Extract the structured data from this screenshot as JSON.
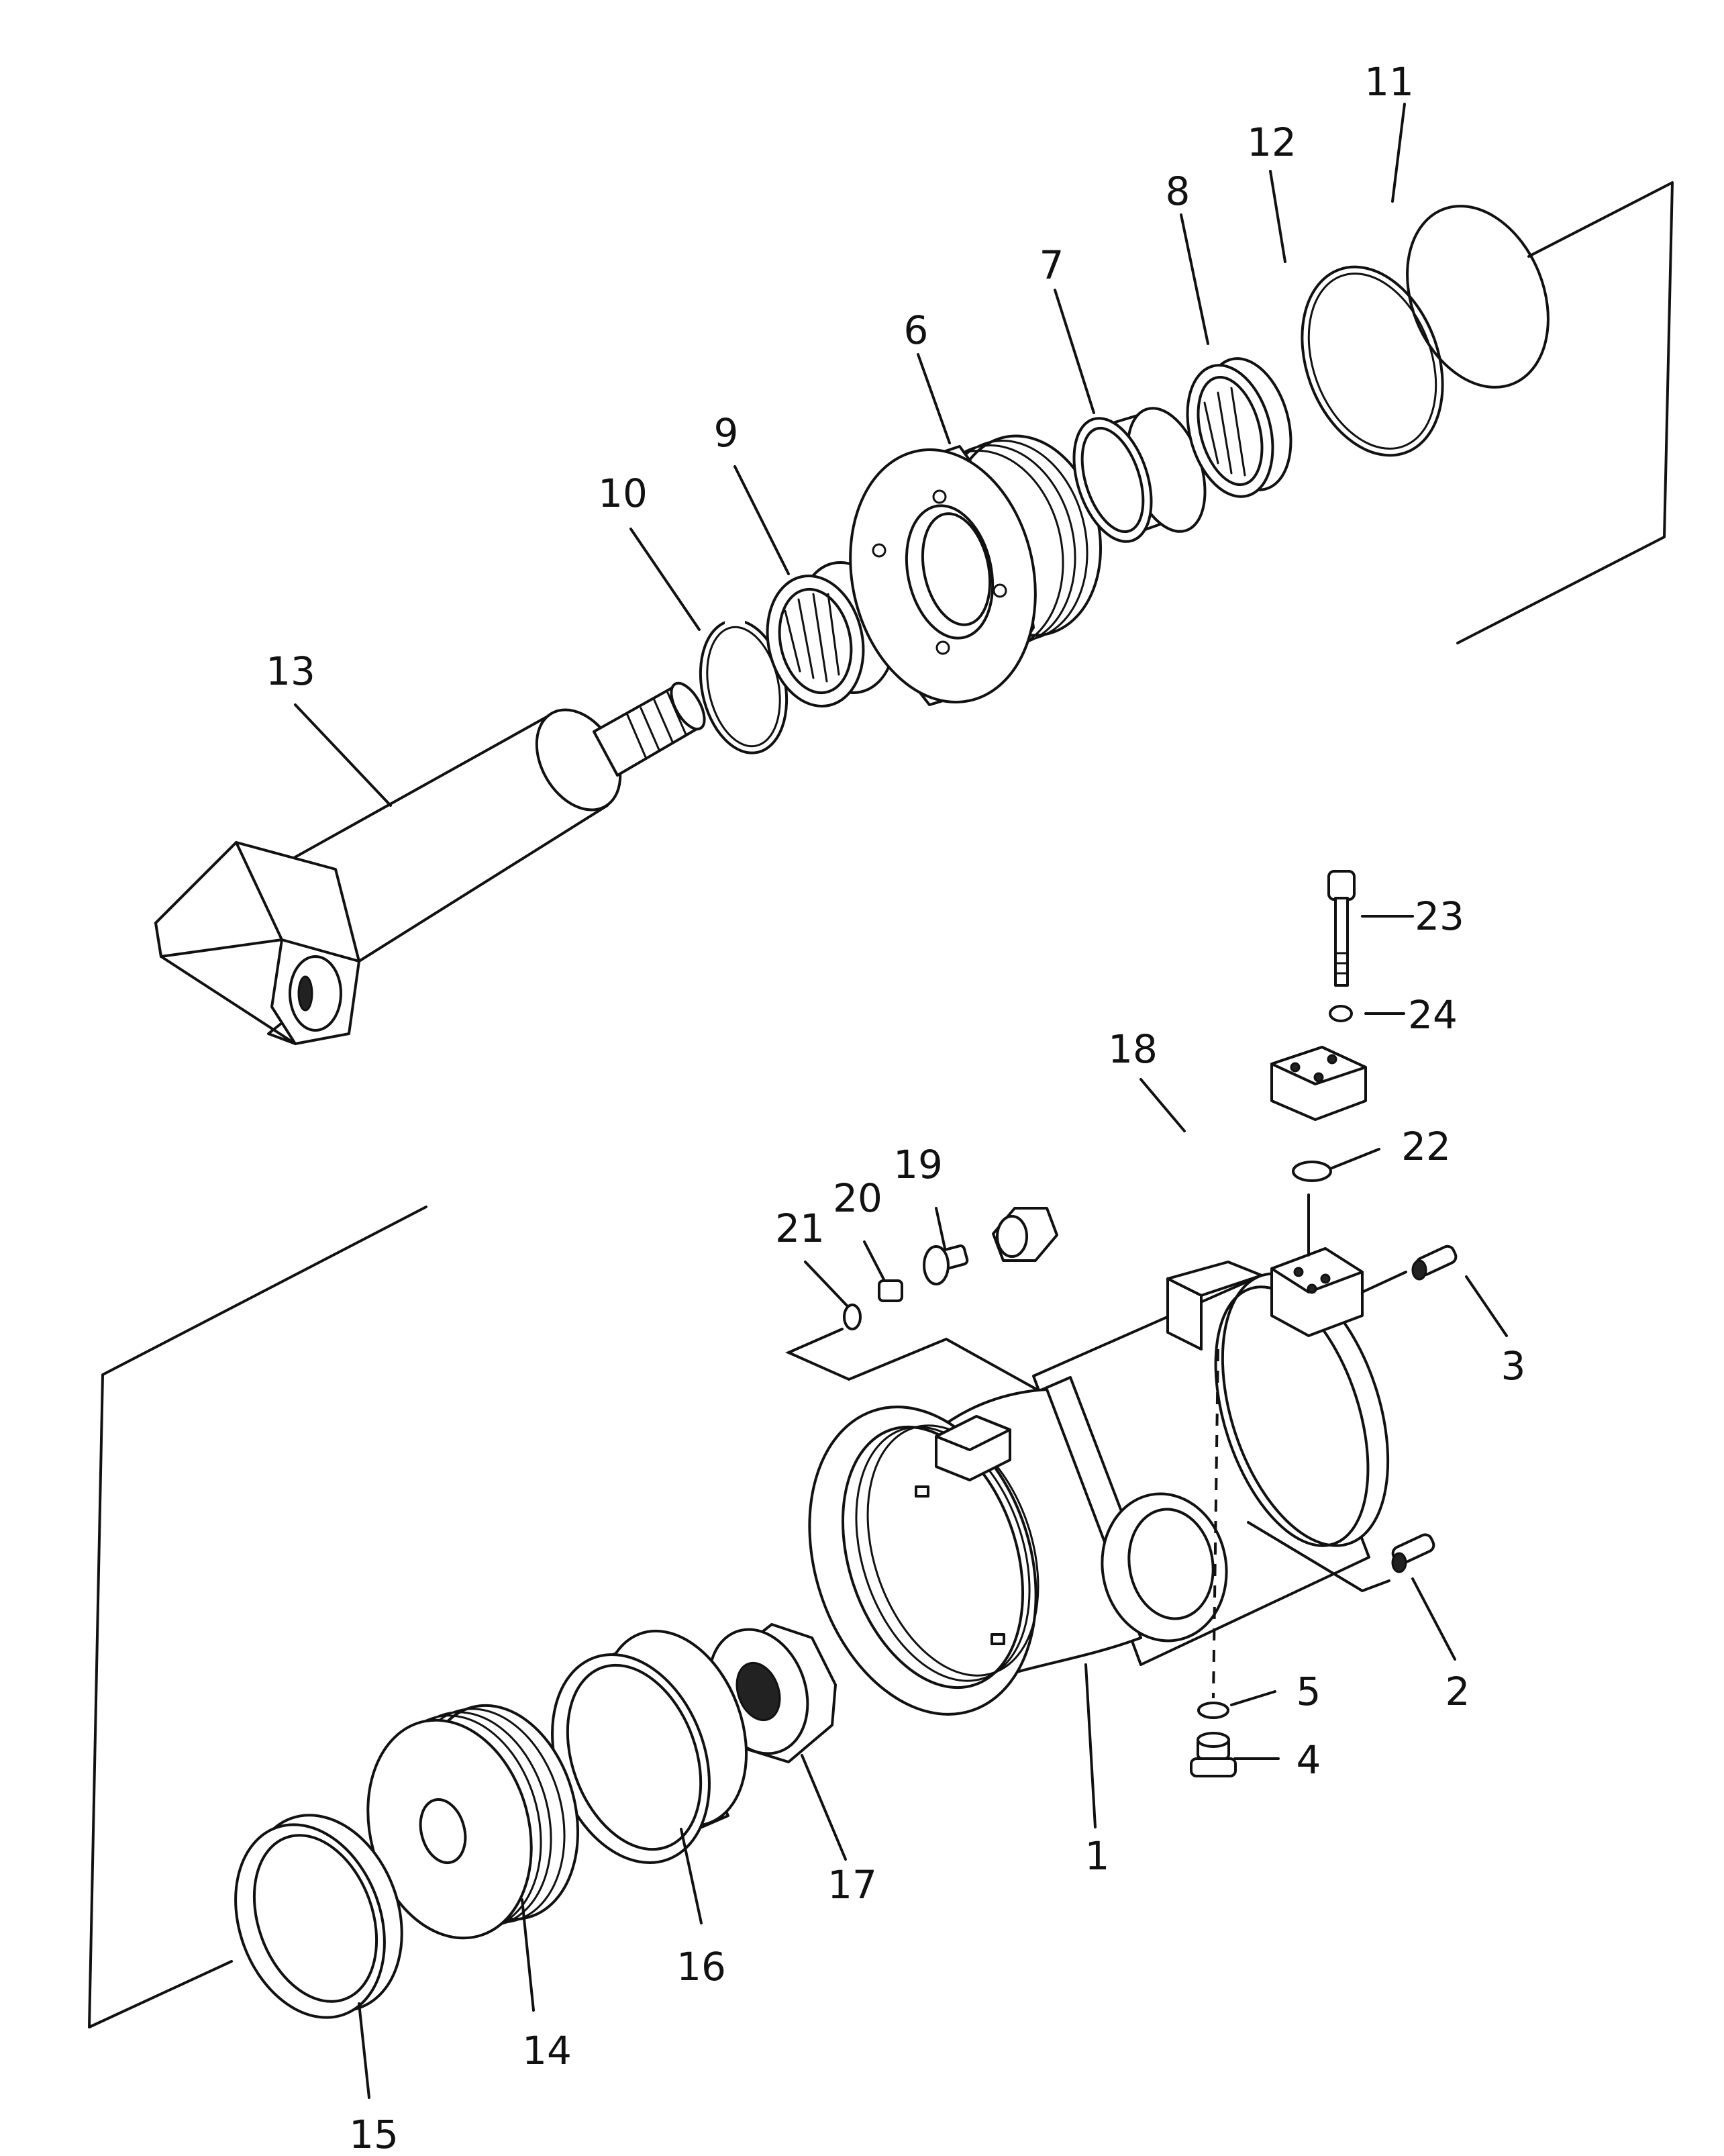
{
  "callouts": [
    {
      "id": "1",
      "label": "1"
    },
    {
      "id": "2",
      "label": "2"
    },
    {
      "id": "3",
      "label": "3"
    },
    {
      "id": "4",
      "label": "4"
    },
    {
      "id": "5",
      "label": "5"
    },
    {
      "id": "6",
      "label": "6"
    },
    {
      "id": "7",
      "label": "7"
    },
    {
      "id": "8",
      "label": "8"
    },
    {
      "id": "9",
      "label": "9"
    },
    {
      "id": "10",
      "label": "10"
    },
    {
      "id": "11",
      "label": "11"
    },
    {
      "id": "12",
      "label": "12"
    },
    {
      "id": "13",
      "label": "13"
    },
    {
      "id": "14",
      "label": "14"
    },
    {
      "id": "15",
      "label": "15"
    },
    {
      "id": "16",
      "label": "16"
    },
    {
      "id": "17",
      "label": "17"
    },
    {
      "id": "18",
      "label": "18"
    },
    {
      "id": "19",
      "label": "19"
    },
    {
      "id": "20",
      "label": "20"
    },
    {
      "id": "21",
      "label": "21"
    },
    {
      "id": "22",
      "label": "22"
    },
    {
      "id": "23",
      "label": "23"
    },
    {
      "id": "24",
      "label": "24"
    }
  ],
  "colors": {
    "ink": "#111111",
    "paper": "#ffffff"
  }
}
